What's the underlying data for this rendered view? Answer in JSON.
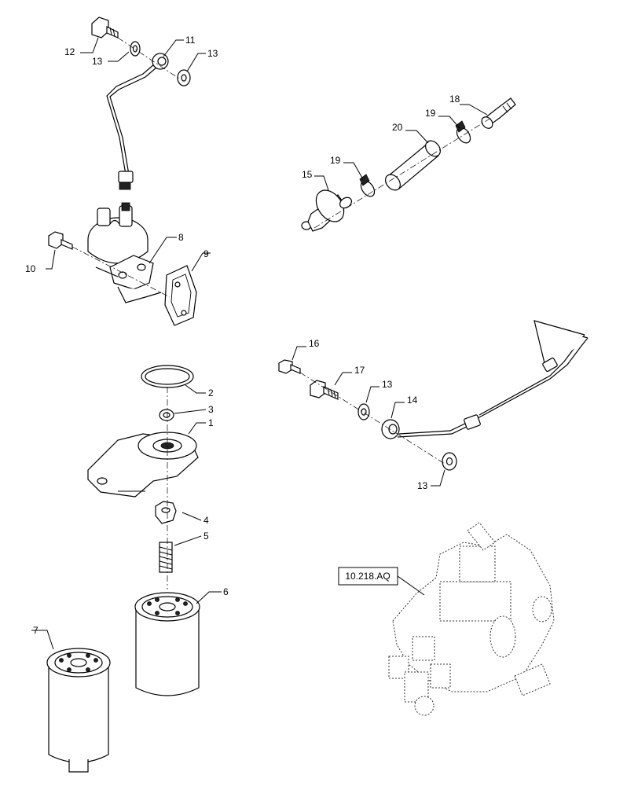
{
  "callouts": {
    "c1": "1",
    "c2": "2",
    "c3": "3",
    "c4": "4",
    "c5": "5",
    "c6": "6",
    "c7": "7",
    "c8": "8",
    "c9": "9",
    "c10": "10",
    "c11": "11",
    "c12": "12",
    "c13a": "13",
    "c13b": "13",
    "c13c": "13",
    "c13d": "13",
    "c14": "14",
    "c15": "15",
    "c16": "16",
    "c17": "17",
    "c18": "18",
    "c19a": "19",
    "c19b": "19",
    "c20": "20"
  },
  "reference_box": {
    "label": "10.218.AQ"
  }
}
